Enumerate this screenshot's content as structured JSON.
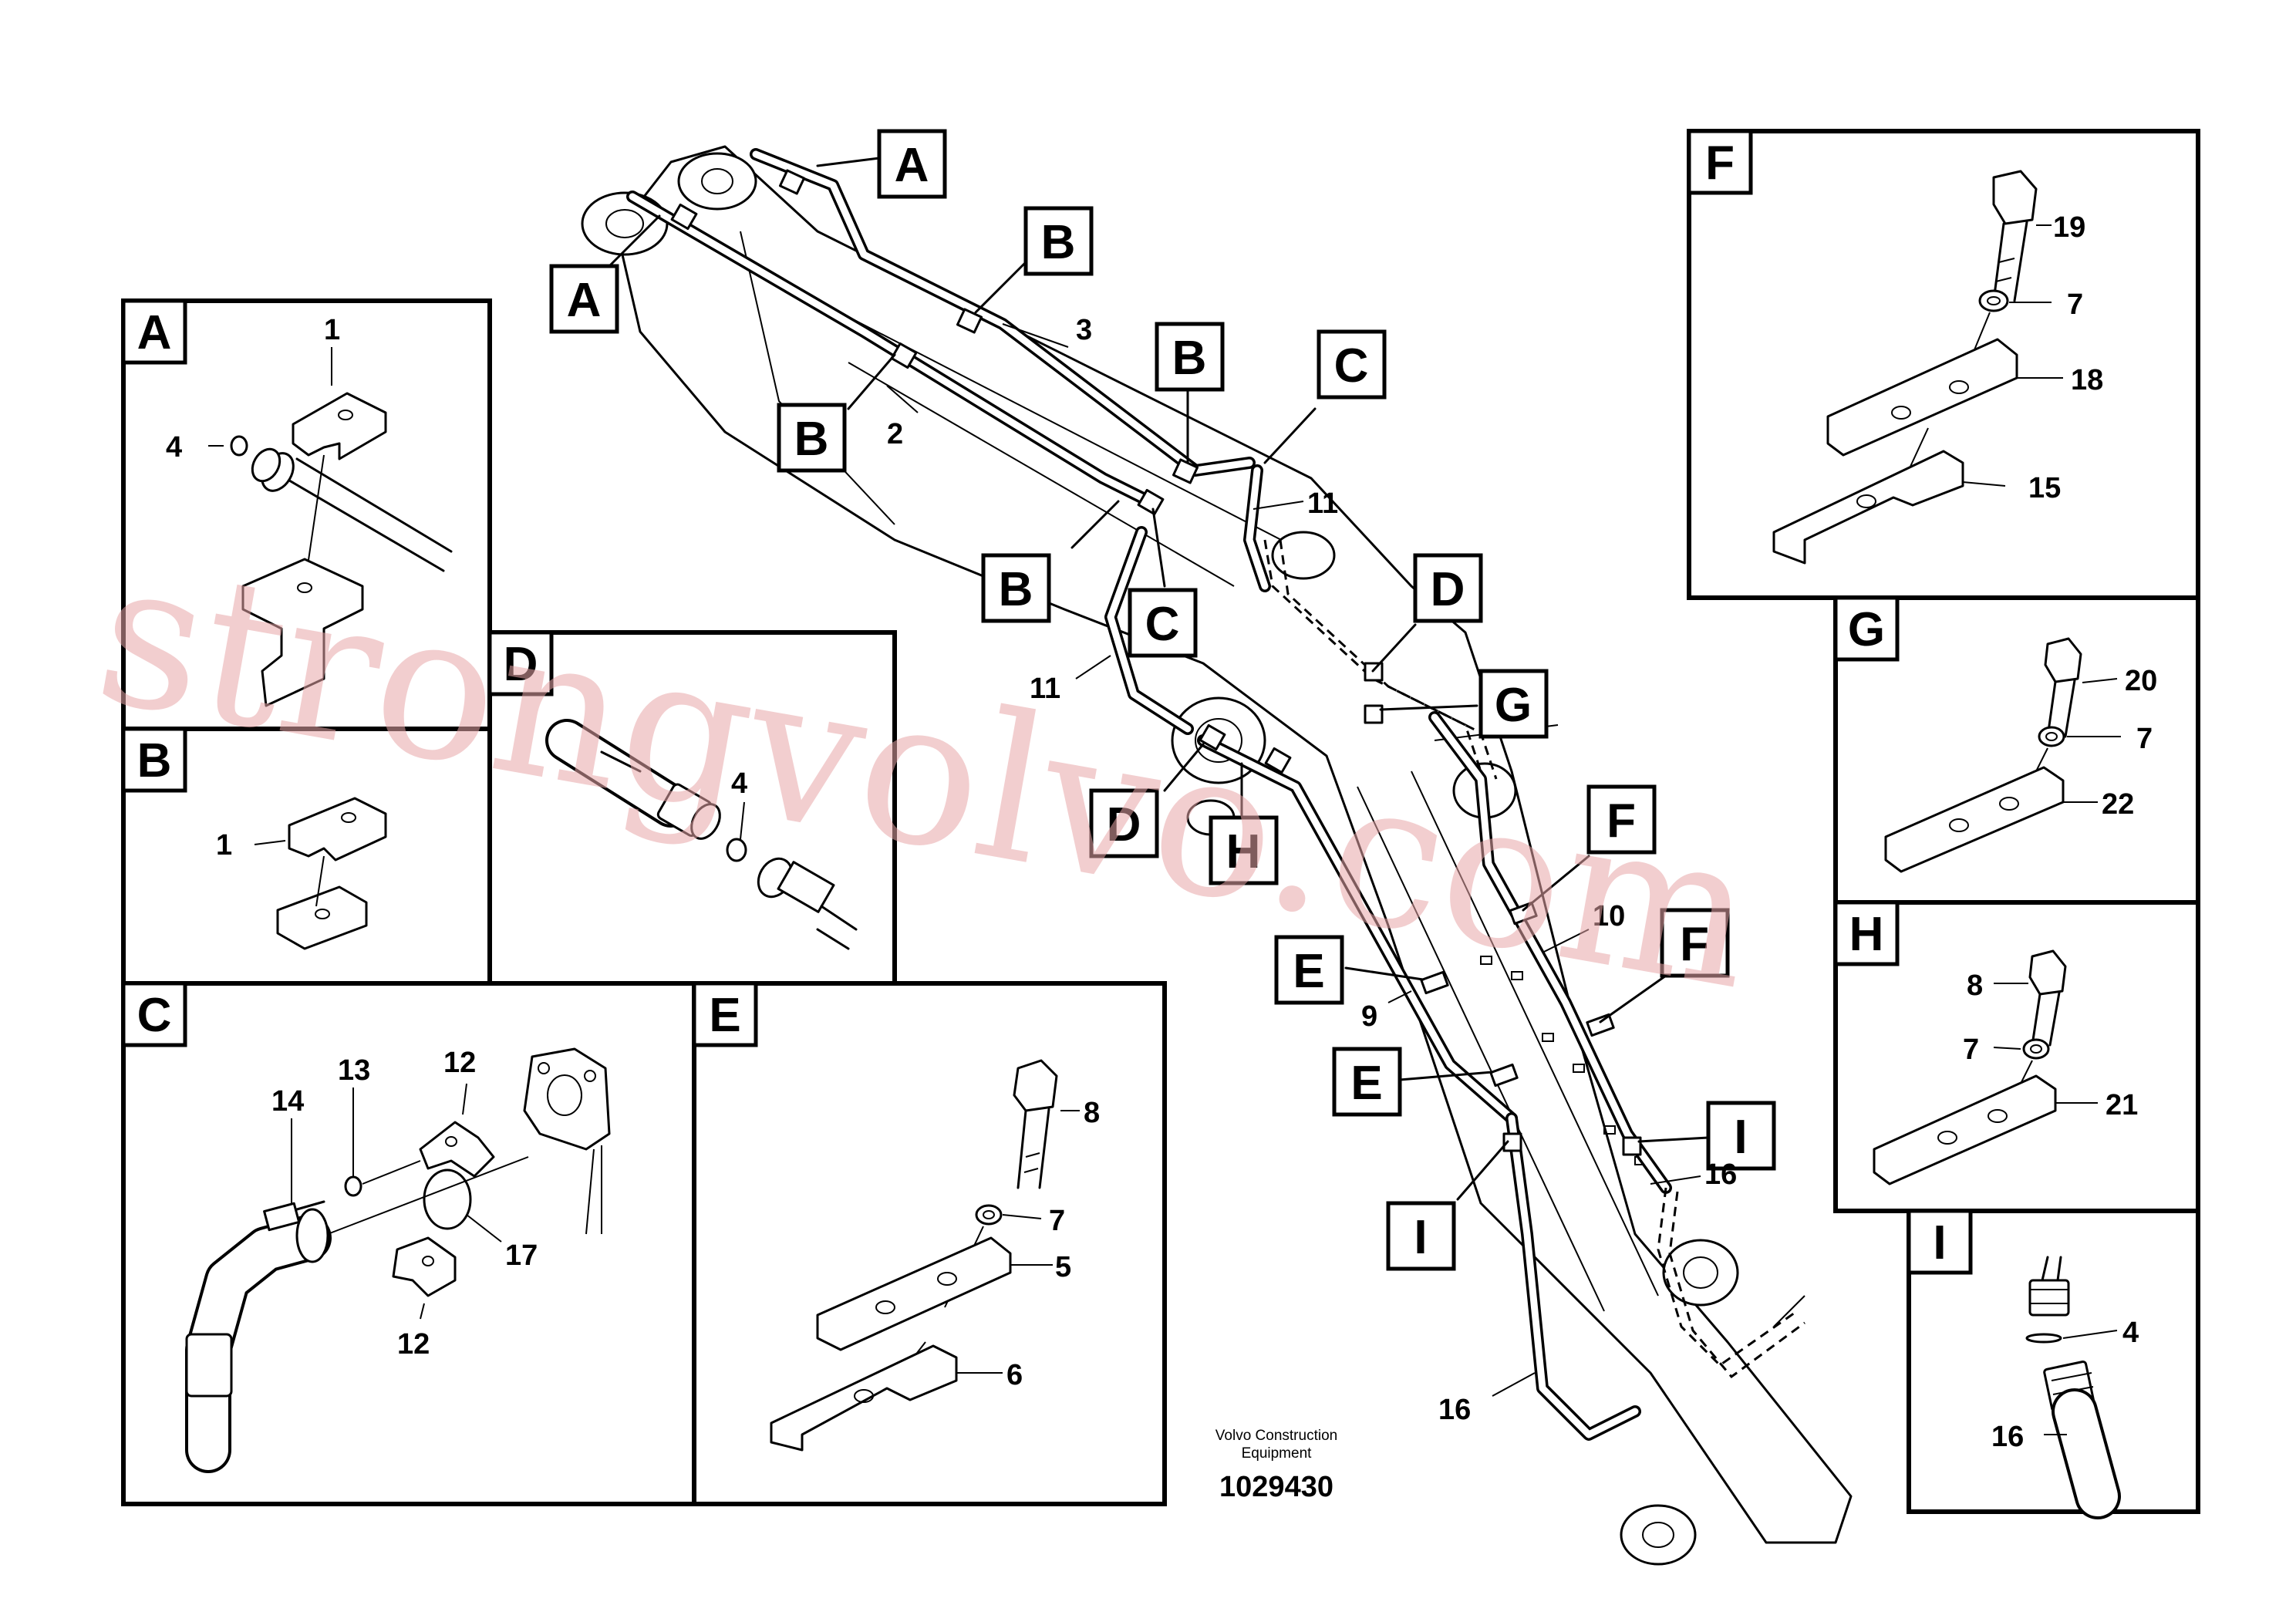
{
  "callouts": {
    "A": "A",
    "B": "B",
    "C": "C",
    "D": "D",
    "E": "E",
    "F": "F",
    "G": "G",
    "H": "H",
    "I": "I"
  },
  "parts": {
    "p1": "1",
    "p2": "2",
    "p3": "3",
    "p4": "4",
    "p5": "5",
    "p6": "6",
    "p7": "7",
    "p8": "8",
    "p9": "9",
    "p10": "10",
    "p11": "11",
    "p12": "12",
    "p13": "13",
    "p14": "14",
    "p15": "15",
    "p16": "16",
    "p17": "17",
    "p18": "18",
    "p19": "19",
    "p20": "20",
    "p21": "21",
    "p22": "22"
  },
  "caption": {
    "line1": "Volvo Construction",
    "line2": "Equipment",
    "drawing_number": "1029430"
  },
  "watermark": "strongvolvo.com"
}
